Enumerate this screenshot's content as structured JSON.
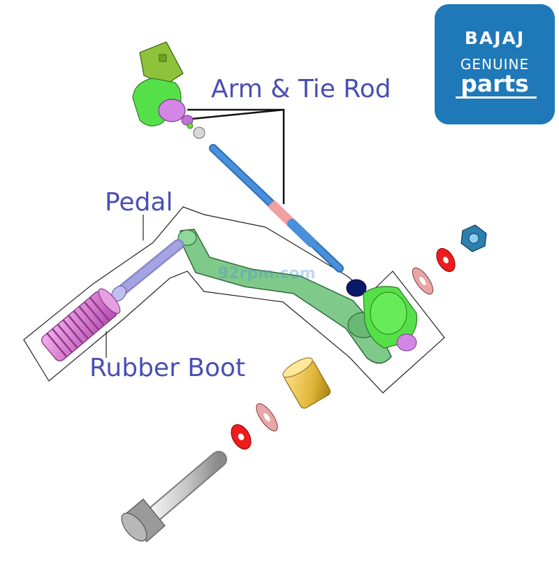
{
  "callouts": {
    "arm_tie_rod": "Arm & Tie Rod",
    "pedal": "Pedal",
    "rubber_boot": "Rubber Boot"
  },
  "logo": {
    "brand": "BAJAJ",
    "line1": "GENUINE",
    "line2": "parts"
  },
  "watermark": "92rpm.com",
  "colors": {
    "label_text": "#4a4fb0",
    "logo_bg": "#1f78b8",
    "logo_text": "#ffffff",
    "outline": "#222222",
    "pedal_green": "#7fc98a",
    "pivot_green": "#55e04a",
    "arm_green": "#8ec23a",
    "rod_blue": "#4a8fd9",
    "rod_pink": "#f0a0a0",
    "boot_magenta": "#d36ad0",
    "pin_lavender": "#a5a3e3",
    "washer_red": "#ee1c1c",
    "bushing_gold": "#e0b63a",
    "bolt_silver": "#c8c8c8",
    "nut_teal": "#2d7fb0",
    "ball_navy": "#0a1a6a"
  }
}
